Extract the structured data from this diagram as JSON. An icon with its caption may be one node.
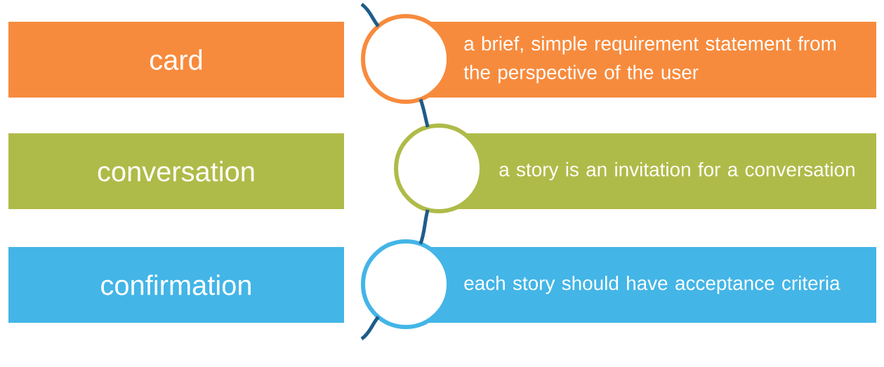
{
  "diagram": {
    "nodes": [
      {
        "text": [
          "card"
        ]
      },
      {
        "text": [],
        "shape": "circle"
      },
      {
        "text": [
          "a brief, simple requirement statement from the perspective of the user"
        ]
      },
      {
        "text": [
          "conversation"
        ]
      },
      {
        "text": [],
        "shape": "circle"
      },
      {
        "text": [
          "a story is an invitation for a conversation"
        ]
      },
      {
        "text": [
          "confirmation"
        ]
      },
      {
        "text": [],
        "shape": "circle"
      },
      {
        "text": [
          "each story should have acceptance criteria"
        ]
      }
    ],
    "edges": [
      {
        "from": null,
        "to": 1,
        "arrow": "none"
      },
      {
        "from": 1,
        "to": 4,
        "arrow": "none"
      },
      {
        "from": 4,
        "to": 7,
        "arrow": "none"
      },
      {
        "from": 7,
        "to": null,
        "arrow": "none"
      }
    ]
  }
}
